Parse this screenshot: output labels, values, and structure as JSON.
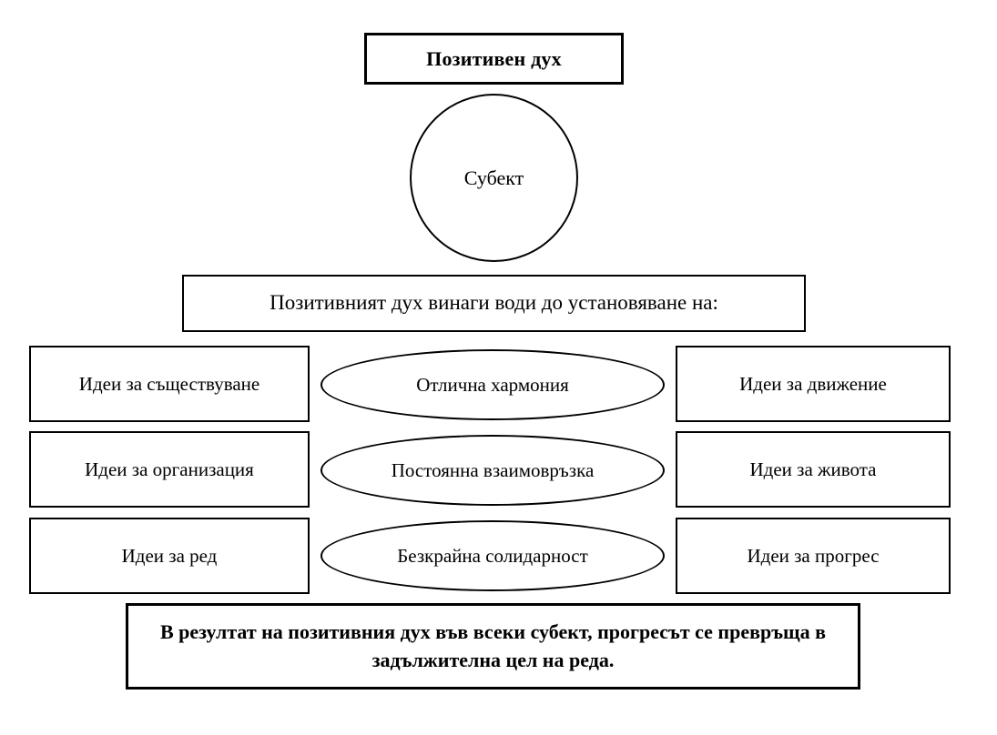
{
  "diagram": {
    "title_box": "Позитивен дух",
    "subject_circle": "Субект",
    "statement_box": "Позитивният дух винаги води до установяване на:",
    "left_boxes": [
      "Идеи за съществуване",
      "Идеи за организация",
      "Идеи за ред"
    ],
    "center_ellipses": [
      "Отлична хармония",
      "Постоянна взаимовръзка",
      "Безкрайна солидарност"
    ],
    "right_boxes": [
      "Идеи за движение",
      "Идеи за живота",
      "Идеи за прогрес"
    ],
    "result_box": "В резултат на позитивния дух във всеки субект, прогресът се превръща в задължителна цел на реда.",
    "colors": {
      "border": "#000000",
      "background": "#ffffff",
      "text": "#000000"
    }
  }
}
